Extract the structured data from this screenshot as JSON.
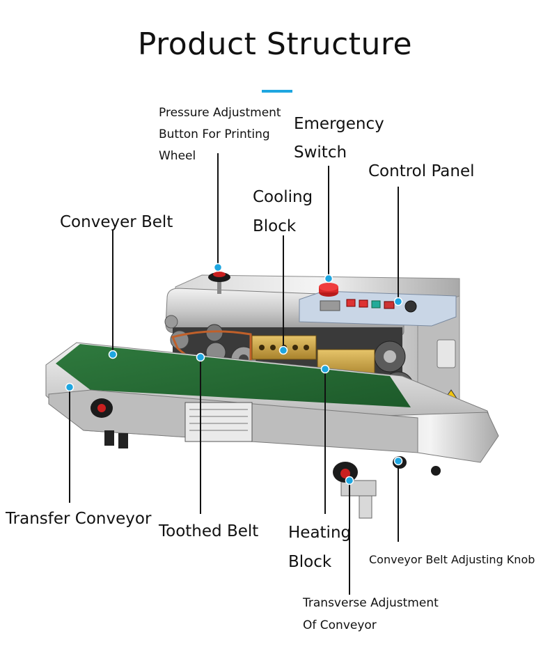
{
  "title": "Product Structure",
  "accent_color": "#1ea6e0",
  "labels": {
    "pressure_adjustment": [
      "Pressure Adjustment",
      "Button For Printing",
      "Wheel"
    ],
    "emergency_switch": [
      "Emergency",
      "Switch"
    ],
    "control_panel": "Control Panel",
    "cooling_block": [
      "Cooling",
      "Block"
    ],
    "conveyer_belt": "Conveyer Belt",
    "transfer_conveyor": "Transfer Conveyor",
    "toothed_belt": "Toothed Belt",
    "heating_block": [
      "Heating",
      "Block"
    ],
    "conveyor_belt_knob": "Conveyor Belt Adjusting Knob",
    "transverse_adjustment": [
      "Transverse Adjustment",
      "Of Conveyor"
    ]
  }
}
